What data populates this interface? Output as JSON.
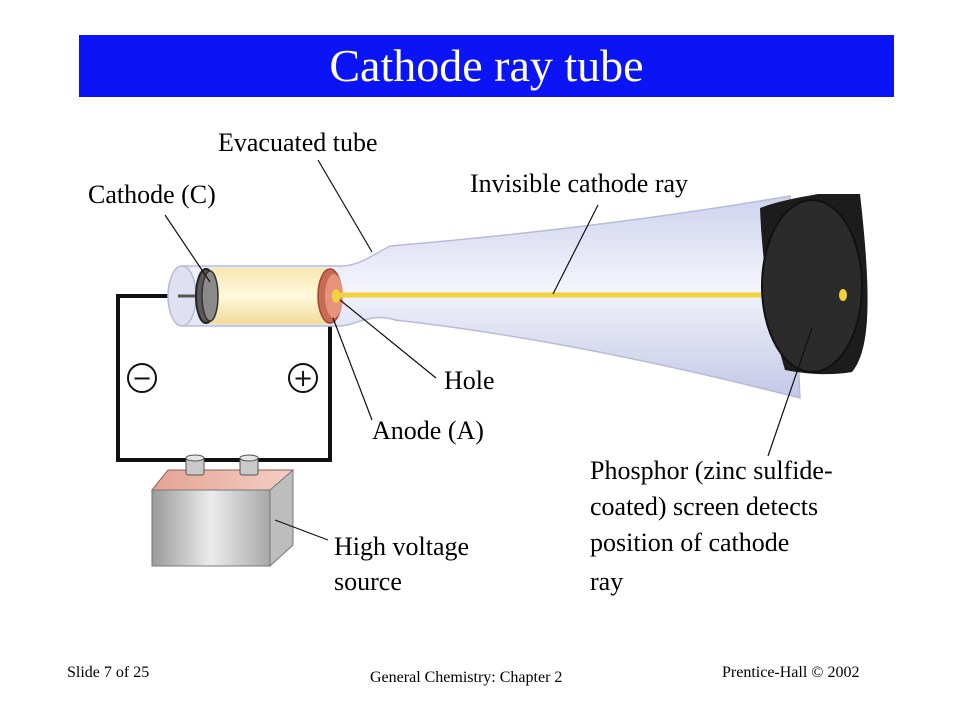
{
  "slide": {
    "title": "Cathode ray tube",
    "footer": {
      "slide_number": "Slide 7 of 25",
      "course": "General Chemistry: Chapter 2",
      "publisher": "Prentice-Hall © 2002"
    }
  },
  "diagram": {
    "labels": {
      "evacuated_tube": "Evacuated tube",
      "cathode": "Cathode (C)",
      "invisible_ray": "Invisible cathode ray",
      "hole": "Hole",
      "anode": "Anode (A)",
      "hv_line1": "High voltage",
      "hv_line2": "source",
      "phosphor_line1": "Phosphor (zinc sulfide-",
      "phosphor_line2": "coated) screen detects",
      "phosphor_line3": "position of cathode",
      "phosphor_line4": "ray"
    },
    "terminals": {
      "negative": "−",
      "positive": "+"
    },
    "colors": {
      "title_bar": "#0a14f5",
      "ray": "#f2d23a",
      "anode": "#e07a5f",
      "tube_glass": "#e6e8f8",
      "screen": "#1a1a1a"
    }
  }
}
